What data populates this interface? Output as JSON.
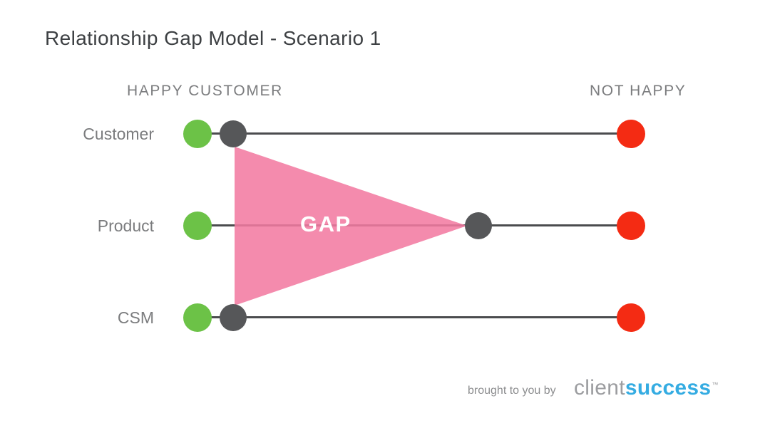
{
  "title": "Relationship Gap Model - Scenario 1",
  "diagram": {
    "left_header": "HAPPY CUSTOMER",
    "right_header": "NOT HAPPY",
    "gap_label": "GAP",
    "rows": [
      {
        "label": "Customer",
        "happy_dot": "green",
        "position_dot": "near-happy",
        "end_dot": "red"
      },
      {
        "label": "Product",
        "happy_dot": "green",
        "position_dot": "middle",
        "end_dot": "red"
      },
      {
        "label": "CSM",
        "happy_dot": "green",
        "position_dot": "near-happy",
        "end_dot": "red"
      }
    ],
    "colors": {
      "happy_dot": "#6cc247",
      "position_dot": "#565759",
      "not_happy_dot": "#f42b13",
      "gap_fill": "#f381a7",
      "track_line": "#4b4c4e",
      "heading_text": "#7b7c7e",
      "title_text": "#3d4043"
    }
  },
  "footer": {
    "caption": "brought to you by",
    "brand_client": "client",
    "brand_success": "success",
    "brand_tm": "™"
  }
}
